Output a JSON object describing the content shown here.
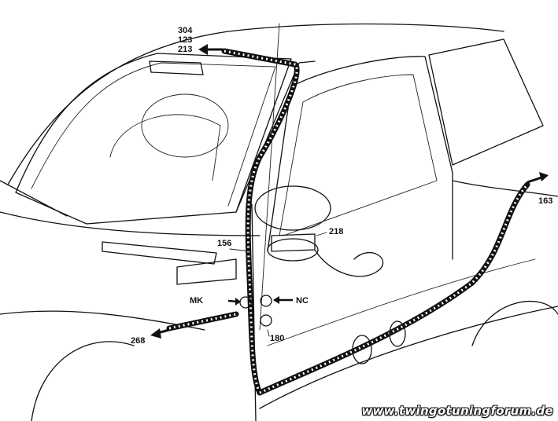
{
  "callouts": {
    "top_1": "304",
    "top_2": "123",
    "top_3": "213",
    "right_rear": "163",
    "connector_156": "156",
    "connector_218": "218",
    "mk": "MK",
    "nc": "NC",
    "front_268": "268",
    "ground_180": "180"
  },
  "watermark": "www.twingotuningforum.de",
  "colors": {
    "line": "#111111",
    "background": "#ffffff"
  }
}
